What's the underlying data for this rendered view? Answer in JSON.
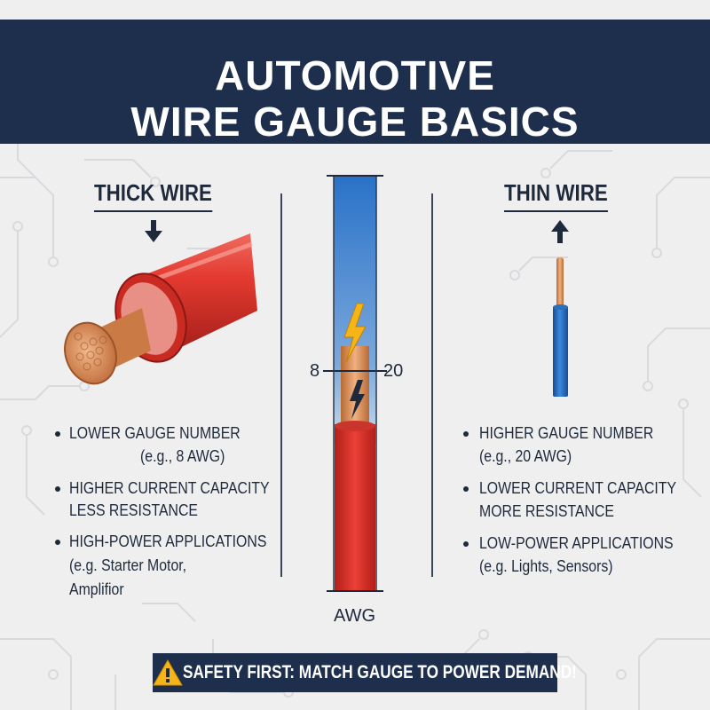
{
  "header": {
    "title_line1": "AUTOMOTIVE",
    "title_line2": "WIRE GAUGE BASICS"
  },
  "thick": {
    "title": "THICK WIRE",
    "arrow_icon": "arrow-down-icon",
    "bullets": [
      {
        "line1": "LOWER GAUGE NUMBER",
        "line2": "(e.g., 8 AWG)"
      },
      {
        "line1": "HIGHER CURRENT CAPACITY",
        "line2": "LESS RESISTANCE"
      },
      {
        "line1": "HIGH-POWER APPLICATIONS",
        "line2": "(e.g. Starter Motor,",
        "line3": "Amplifior"
      }
    ]
  },
  "thin": {
    "title": "THIN WIRE",
    "arrow_icon": "arrow-up-icon",
    "bullets": [
      {
        "line1": "HIGHER GAUGE NUMBER",
        "line2": "(e.g., 20 AWG)"
      },
      {
        "line1": "LOWER CURRENT CAPACITY",
        "line2": "MORE RESISTANCE"
      },
      {
        "line1": "LOW-POWER APPLICATIONS",
        "line2": "(e.g. Lights, Sensors)"
      }
    ]
  },
  "center": {
    "left_number": "8",
    "right_number": "20",
    "axis_label": "AWG",
    "icons": [
      "lightning-icon"
    ]
  },
  "banner": {
    "icon": "warning-icon",
    "text": "SAFETY FIRST: MATCH GAUGE TO POWER DEMAND!"
  },
  "colors": {
    "navy": "#1d2f4c",
    "wire_red": "#d9302b",
    "wire_blue": "#1f6cc0",
    "copper": "#d88a55",
    "bolt": "#f5b417",
    "background": "#efeff0"
  }
}
